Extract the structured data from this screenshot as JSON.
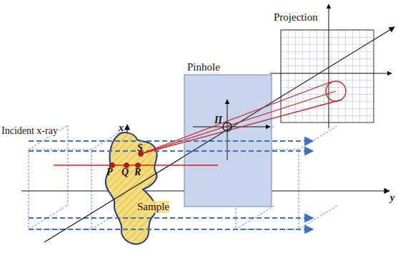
{
  "diagram": {
    "nodes": [
      {
        "text": [
          "Sample"
        ]
      },
      {
        "text": [
          "Pinhole"
        ]
      },
      {
        "text": [
          "Projection"
        ]
      }
    ],
    "labels": [
      "Incident x-ray",
      "x",
      "y",
      "P",
      "Q",
      "R",
      "S",
      "Π"
    ]
  }
}
